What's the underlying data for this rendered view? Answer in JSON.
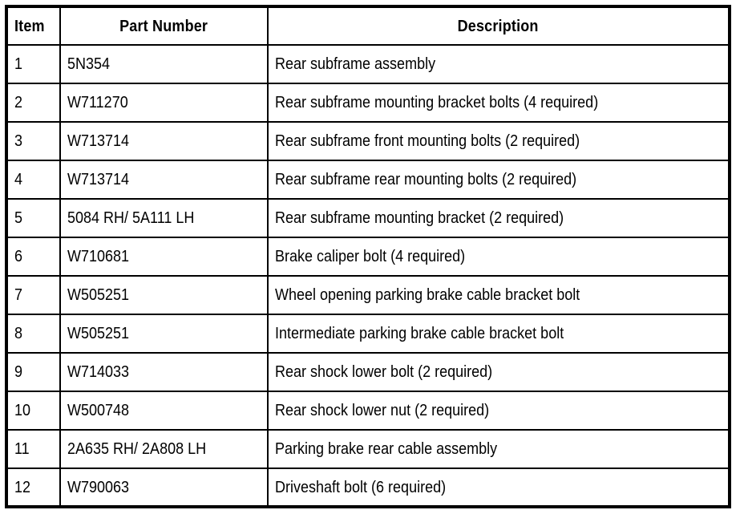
{
  "table": {
    "columns": [
      {
        "key": "item",
        "label": "Item"
      },
      {
        "key": "part_number",
        "label": "Part Number"
      },
      {
        "key": "description",
        "label": "Description"
      }
    ],
    "rows": [
      {
        "item": "1",
        "part_number": "5N354",
        "description": "Rear subframe assembly"
      },
      {
        "item": "2",
        "part_number": "W711270",
        "description": "Rear subframe mounting bracket bolts (4 required)"
      },
      {
        "item": "3",
        "part_number": "W713714",
        "description": "Rear subframe front mounting bolts (2 required)"
      },
      {
        "item": "4",
        "part_number": "W713714",
        "description": "Rear subframe rear mounting bolts (2 required)"
      },
      {
        "item": "5",
        "part_number": "5084 RH/ 5A111 LH",
        "description": "Rear subframe mounting bracket (2 required)"
      },
      {
        "item": "6",
        "part_number": "W710681",
        "description": "Brake caliper bolt (4 required)"
      },
      {
        "item": "7",
        "part_number": "W505251",
        "description": "Wheel opening parking brake cable bracket bolt"
      },
      {
        "item": "8",
        "part_number": "W505251",
        "description": "Intermediate parking brake cable bracket bolt"
      },
      {
        "item": "9",
        "part_number": "W714033",
        "description": "Rear shock lower bolt (2 required)"
      },
      {
        "item": "10",
        "part_number": "W500748",
        "description": "Rear shock lower nut (2 required)"
      },
      {
        "item": "11",
        "part_number": "2A635 RH/ 2A808 LH",
        "description": "Parking brake rear cable assembly"
      },
      {
        "item": "12",
        "part_number": "W790063",
        "description": "Driveshaft bolt (6 required)"
      }
    ]
  },
  "style": {
    "text_color": "#000000",
    "border_color": "#000000",
    "background_color": "#ffffff"
  }
}
